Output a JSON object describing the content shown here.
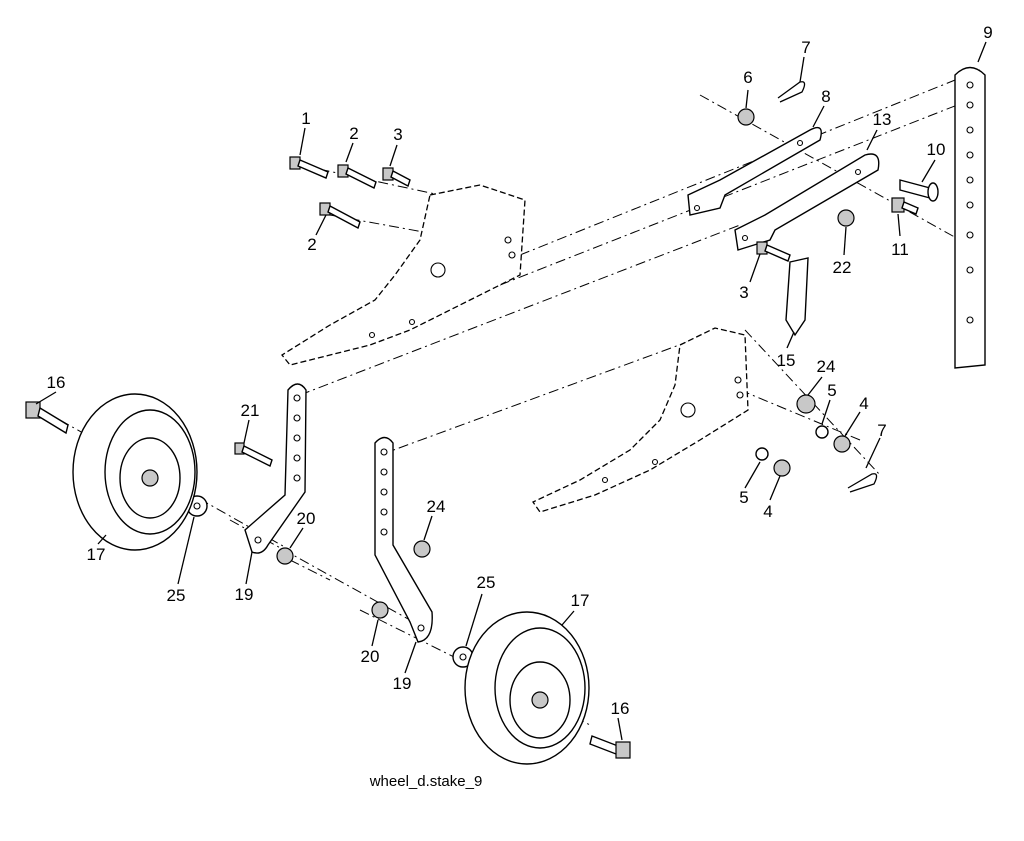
{
  "diagram": {
    "caption": "wheel_d.stake_9",
    "callouts": {
      "c1": "1",
      "c2a": "2",
      "c2b": "2",
      "c3a": "3",
      "c3b": "3",
      "c4a": "4",
      "c4b": "4",
      "c5a": "5",
      "c5b": "5",
      "c6": "6",
      "c7a": "7",
      "c7b": "7",
      "c8": "8",
      "c9": "9",
      "c10": "10",
      "c11": "11",
      "c13": "13",
      "c15": "15",
      "c16a": "16",
      "c16b": "16",
      "c17a": "17",
      "c17b": "17",
      "c19a": "19",
      "c19b": "19",
      "c20a": "20",
      "c20b": "20",
      "c21": "21",
      "c22": "22",
      "c24a": "24",
      "c24b": "24",
      "c25a": "25",
      "c25b": "25"
    }
  }
}
